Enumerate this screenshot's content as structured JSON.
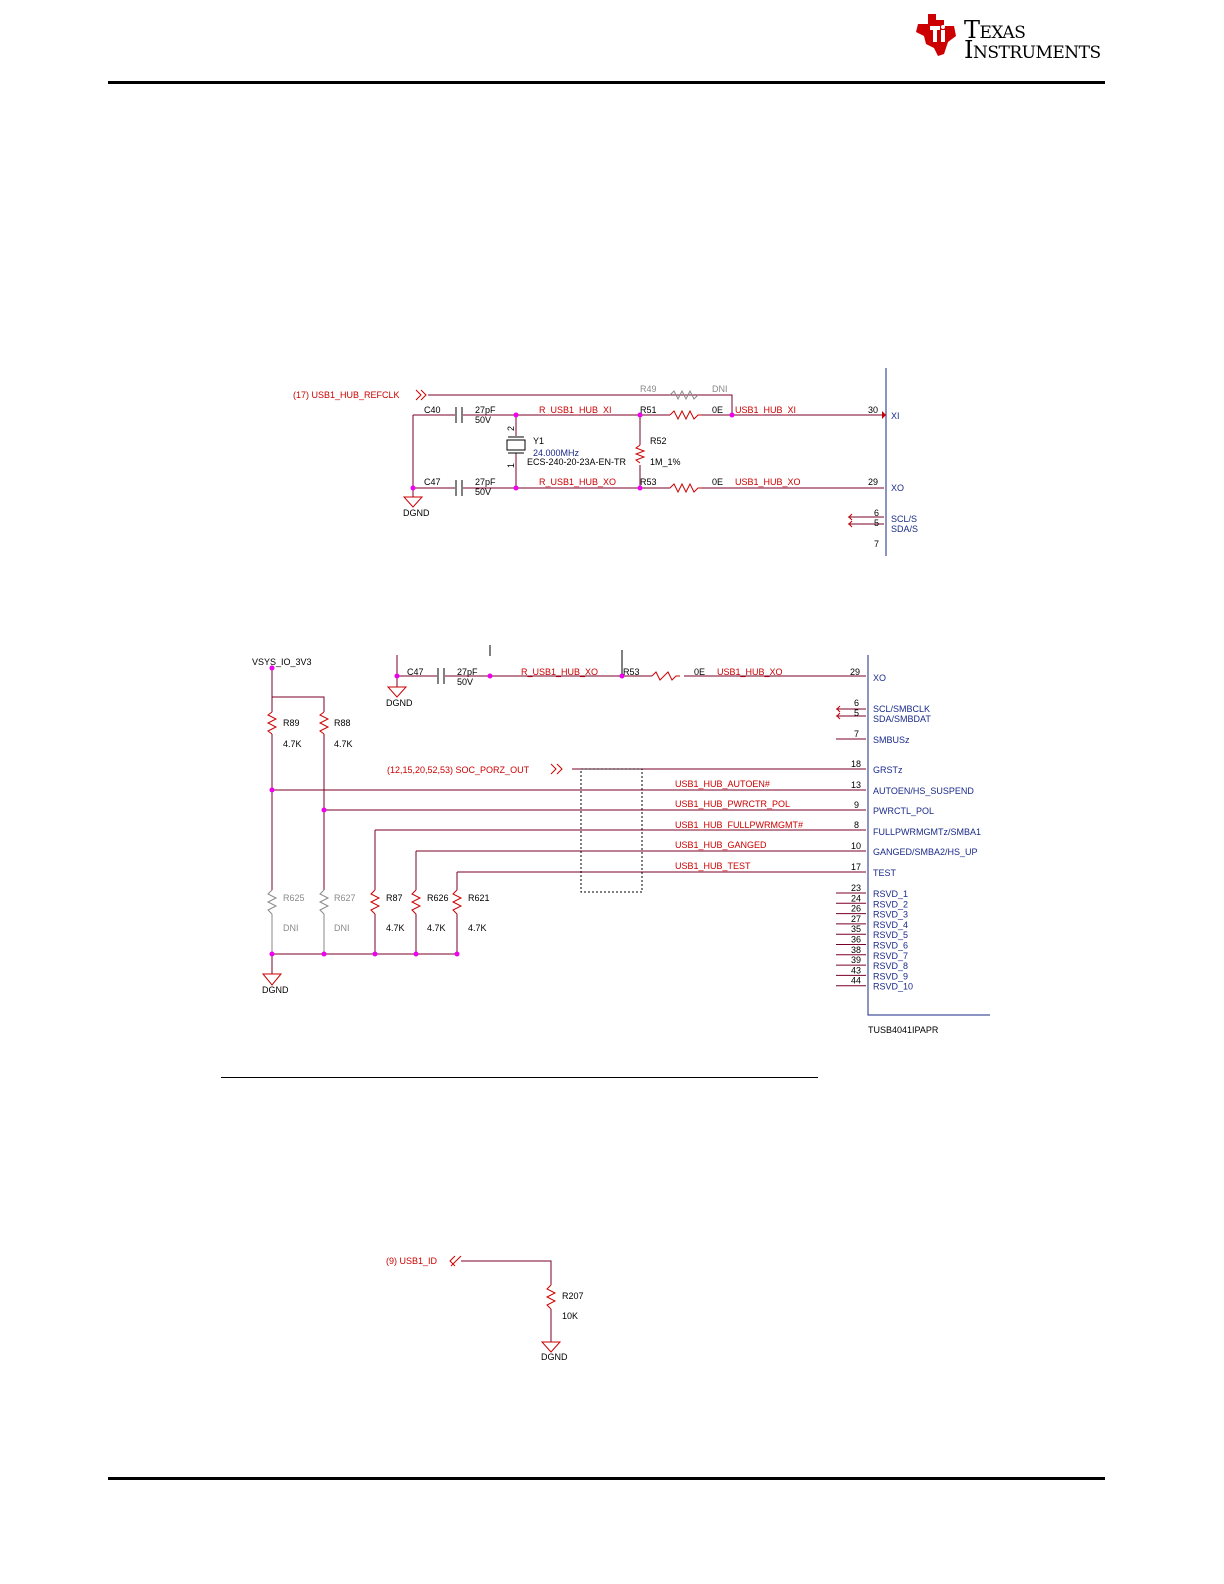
{
  "header": {
    "logo_line1": "Texas",
    "logo_line2": "Instruments"
  },
  "fig1": {
    "refclk_net": "(17)  USB1_HUB_REFCLK",
    "r49": "R49",
    "r49_val": "DNI",
    "c40": "C40",
    "c40_val": "27pF",
    "c40_v": "50V",
    "net_rxi": "R_USB1_HUB_XI",
    "r51": "R51",
    "r51_val": "0E",
    "net_xi": "USB1_HUB_XI",
    "pin30": "30",
    "pin_xi": "XI",
    "y1": "Y1",
    "y1_freq": "24.000MHz",
    "y1_part": "ECS-240-20-23A-EN-TR",
    "y1_p2": "2",
    "y1_p1": "1",
    "r52": "R52",
    "r52_val": "1M_1%",
    "c47": "C47",
    "c47_val": "27pF",
    "c47_v": "50V",
    "net_rxo": "R_USB1_HUB_XO",
    "r53": "R53",
    "r53_val": "0E",
    "net_xo": "USB1_HUB_XO",
    "pin29": "29",
    "pin_xo": "XO",
    "gnd": "DGND",
    "pin6": "6",
    "pin5": "5",
    "pin7": "7",
    "scl": "SCL/S",
    "sda": "SDA/S"
  },
  "fig2": {
    "vsys": "VSYS_IO_3V3",
    "c47": "C47",
    "c47_val": "27pF",
    "c47_v": "50V",
    "net_rxo": "R_USB1_HUB_XO",
    "r53": "R53",
    "r53_val": "0E",
    "net_xo": "USB1_HUB_XO",
    "pin29": "29",
    "pin_xo": "XO",
    "gnd_top": "DGND",
    "r89": "R89",
    "r89_val": "4.7K",
    "r88": "R88",
    "r88_val": "4.7K",
    "soc_net": "(12,15,20,52,53)  SOC_PORZ_OUT",
    "pins": [
      {
        "num": "6",
        "name": "SCL/SMBCLK"
      },
      {
        "num": "5",
        "name": "SDA/SMBDAT"
      },
      {
        "num": "7",
        "name": "SMBUSz"
      },
      {
        "num": "18",
        "name": "GRSTz"
      },
      {
        "num": "13",
        "name": "AUTOEN/HS_SUSPEND",
        "net": "USB1_HUB_AUTOEN#"
      },
      {
        "num": "9",
        "name": "PWRCTL_POL",
        "net": "USB1_HUB_PWRCTR_POL"
      },
      {
        "num": "8",
        "name": "FULLPWRMGMTz/SMBA1",
        "net": "USB1_HUB_FULLPWRMGMT#"
      },
      {
        "num": "10",
        "name": "GANGED/SMBA2/HS_UP",
        "net": "USB1_HUB_GANGED"
      },
      {
        "num": "17",
        "name": "TEST",
        "net": "USB1_HUB_TEST"
      }
    ],
    "rsvd": [
      {
        "num": "23",
        "name": "RSVD_1"
      },
      {
        "num": "24",
        "name": "RSVD_2"
      },
      {
        "num": "26",
        "name": "RSVD_3"
      },
      {
        "num": "27",
        "name": "RSVD_4"
      },
      {
        "num": "35",
        "name": "RSVD_5"
      },
      {
        "num": "36",
        "name": "RSVD_6"
      },
      {
        "num": "38",
        "name": "RSVD_7"
      },
      {
        "num": "39",
        "name": "RSVD_8"
      },
      {
        "num": "43",
        "name": "RSVD_9"
      },
      {
        "num": "44",
        "name": "RSVD_10"
      }
    ],
    "r625": "R625",
    "r625_val": "DNI",
    "r627": "R627",
    "r627_val": "DNI",
    "r87": "R87",
    "r87_val": "4.7K",
    "r626": "R626",
    "r626_val": "4.7K",
    "r621": "R621",
    "r621_val": "4.7K",
    "gnd": "DGND",
    "part": "TUSB4041IPAPR"
  },
  "fig3": {
    "net": "(9)  USB1_ID",
    "r207": "R207",
    "r207_val": "10K",
    "gnd": "DGND"
  }
}
